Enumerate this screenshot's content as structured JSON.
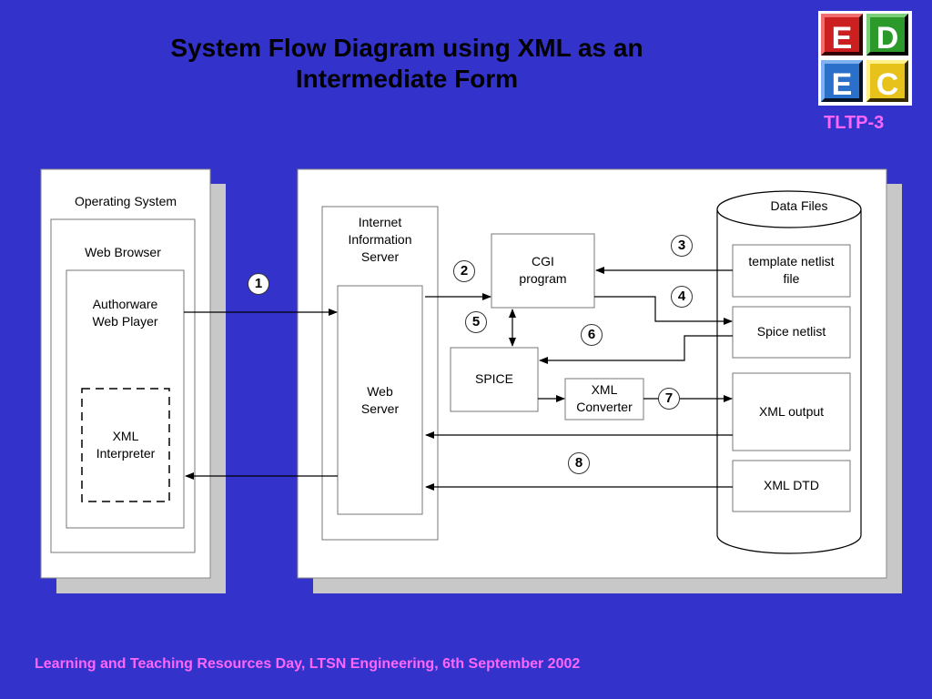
{
  "slide": {
    "title": "System Flow Diagram using XML as an Intermediate Form",
    "tag": "TLTP-3",
    "footer": "Learning and Teaching Resources Day, LTSN Engineering, 6th September 2002"
  },
  "logo": {
    "letters": [
      "E",
      "D",
      "E",
      "C"
    ]
  },
  "client": {
    "os": "Operating System",
    "browser": "Web Browser",
    "player": "Authorware\nWeb Player",
    "interpreter": "XML\nInterpreter"
  },
  "server": {
    "iis": "Internet\nInformation\nServer",
    "web": "Web\nServer",
    "cgi": "CGI\nprogram",
    "spice": "SPICE",
    "converter": "XML\nConverter"
  },
  "data_files": {
    "title": "Data Files",
    "template": "template netlist\nfile",
    "netlist": "Spice netlist",
    "xml_output": "XML output",
    "dtd": "XML DTD"
  },
  "steps": [
    "1",
    "2",
    "3",
    "4",
    "5",
    "6",
    "7",
    "8"
  ]
}
